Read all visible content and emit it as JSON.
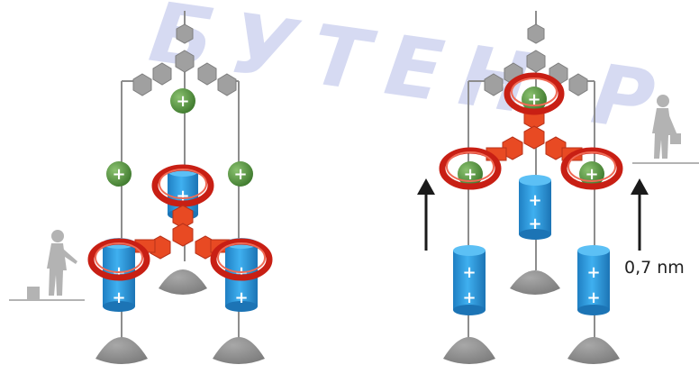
{
  "watermark_text": "БУТЕН Р",
  "scale_label": "0,7 nm",
  "colors": {
    "rail": "#8d8d8d",
    "hexagon": "#9c9c9c",
    "hexagon_red": "#e84a23",
    "ring": "#d9281b",
    "ring_inner": "#f08070",
    "green_charge": "#4e8a3a",
    "blue_cylinder": "#2c93d5",
    "base": "#8c8c8c",
    "arrow": "#1a1a1a"
  },
  "charge_symbol": "+",
  "panels": [
    {
      "id": "closed-state"
    },
    {
      "id": "open-state"
    }
  ]
}
